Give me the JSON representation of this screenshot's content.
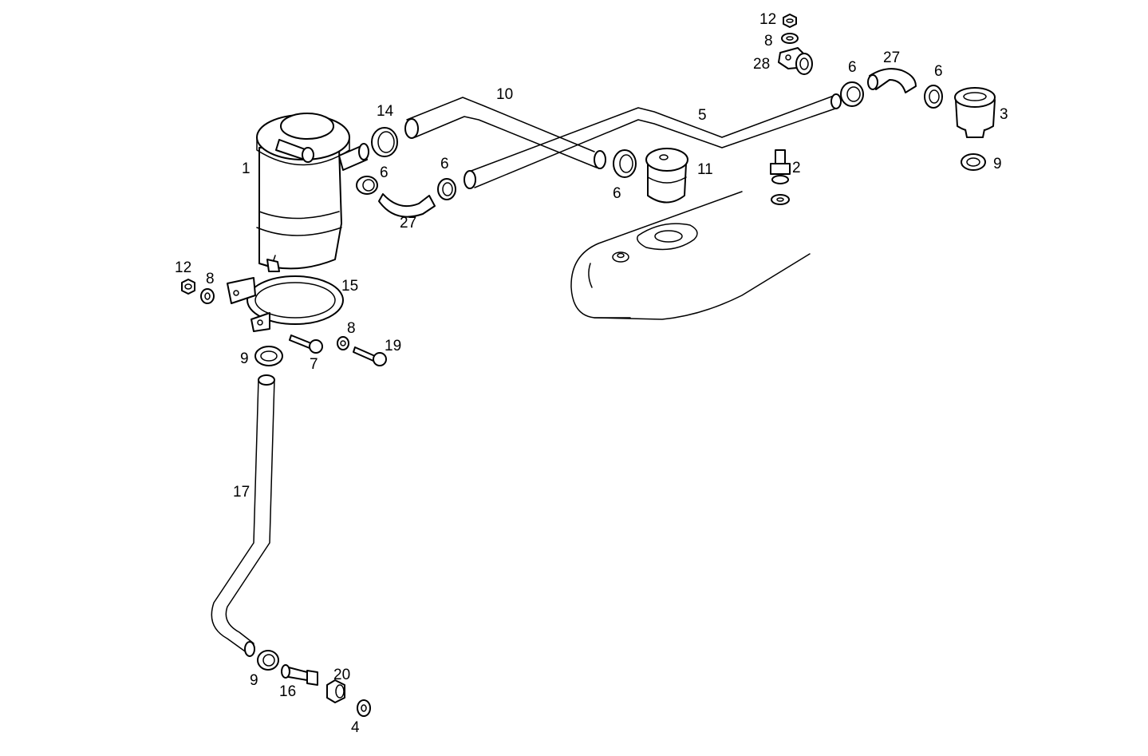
{
  "labels": {
    "p1": "1",
    "p2": "2",
    "p3": "3",
    "p4": "4",
    "p5": "5",
    "p6a": "6",
    "p6b": "6",
    "p6c": "6",
    "p6d": "6",
    "p6e": "6",
    "p7": "7",
    "p8a": "8",
    "p8b": "8",
    "p8c": "8",
    "p9a": "9",
    "p9b": "9",
    "p9c": "9",
    "p10": "10",
    "p11": "11",
    "p12a": "12",
    "p12b": "12",
    "p14": "14",
    "p15": "15",
    "p16": "16",
    "p17": "17",
    "p19": "19",
    "p20": "20",
    "p27a": "27",
    "p27b": "27",
    "p28": "28"
  }
}
